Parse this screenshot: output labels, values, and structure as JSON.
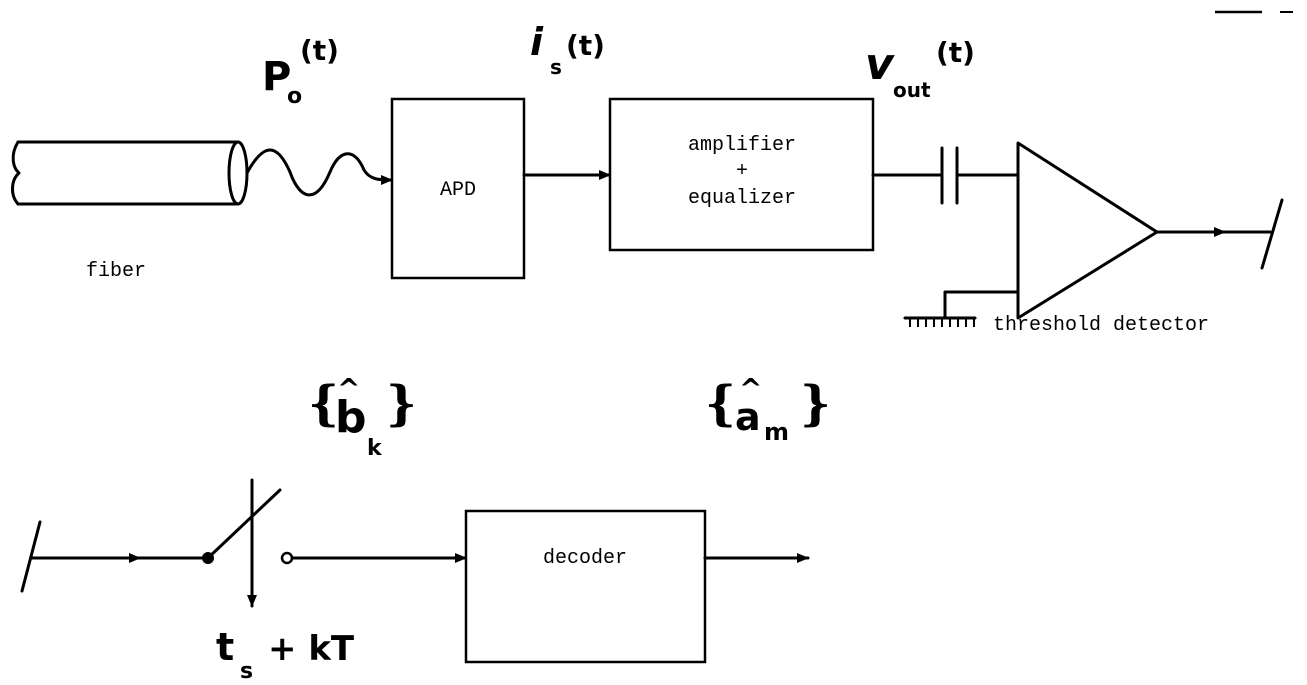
{
  "signals": {
    "p_main": "P",
    "p_sub": "o",
    "p_arg": "(t)",
    "i_main": "i",
    "i_sub": "s",
    "i_arg": "(t)",
    "v_main": "v",
    "v_sub": "out",
    "v_arg": "(t)"
  },
  "blocks": {
    "fiber": "fiber",
    "apd": "APD",
    "amp_line1": "amplifier",
    "amp_line2": "+",
    "amp_line3": "equalizer",
    "threshold": "threshold detector",
    "decoder": "decoder"
  },
  "sampling": {
    "bk_open": "{",
    "bk_main": "b",
    "bk_hat": "^",
    "bk_sub": "k",
    "bk_close": "}",
    "am_open": "{",
    "am_main": "a",
    "am_hat": "^",
    "am_sub": "m",
    "am_close": "}",
    "time_main": "t",
    "time_sub": "s",
    "time_rest": "+ kT"
  }
}
